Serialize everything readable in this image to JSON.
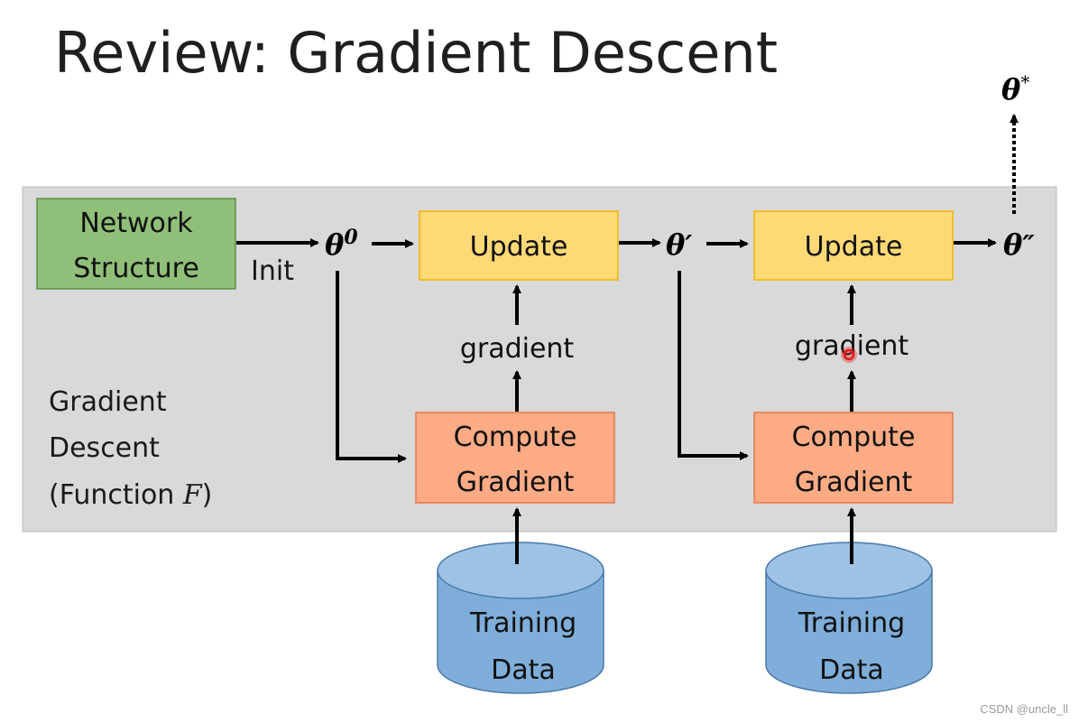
{
  "slide": {
    "title": "Review: Gradient Descent",
    "watermark": "CSDN @uncle_ll"
  },
  "diagram": {
    "network_box": {
      "line1": "Network",
      "line2": "Structure"
    },
    "init_label": "Init",
    "panel_label": {
      "line1": "Gradient",
      "line2": "Descent",
      "line3_prefix": "(Function ",
      "line3_var": "F",
      "line3_suffix": ")"
    },
    "theta_symbol": "θ",
    "theta0_sup": "0",
    "theta1_mark": "′",
    "theta2_mark": "″",
    "theta_star_sup": "*",
    "update_label": "Update",
    "gradient_label": "gradient",
    "compute": {
      "line1": "Compute",
      "line2": "Gradient"
    },
    "training": {
      "line1": "Training",
      "line2": "Data"
    }
  },
  "colors": {
    "panel": "#d9d9d9",
    "network_fill": "#8fbf78",
    "network_stroke": "#5a8f46",
    "update_fill": "#fed976",
    "update_stroke": "#f2b400",
    "compute_fill": "#fcab85",
    "compute_stroke": "#e8774a",
    "cylinder_fill": "#7eaed9",
    "cylinder_stroke": "#4a78a8",
    "pointer": "#e11a1a"
  }
}
